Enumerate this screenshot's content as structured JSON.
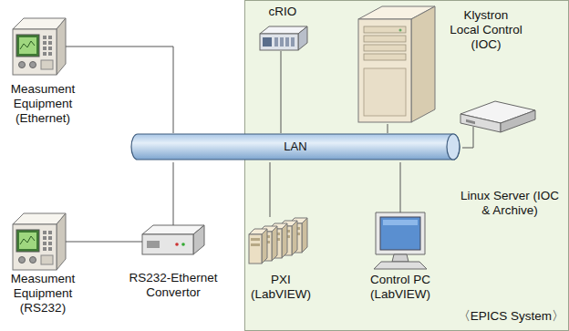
{
  "diagram": {
    "nodes": [
      {
        "text": [
          "Measument Equipment (Ethernet)"
        ]
      },
      {
        "text": [
          "〈EPICS System〉"
        ]
      },
      {
        "text": [
          "cRIO"
        ],
        "in": 1
      },
      {
        "text": [
          "Klystron Local Control (IOC)"
        ],
        "in": 1
      },
      {
        "text": [
          "LAN"
        ]
      },
      {
        "text": [
          "Linux Server (IOC & Archive)"
        ],
        "in": 1
      },
      {
        "text": [
          "Measument Equipment (RS232)"
        ]
      },
      {
        "text": [
          "RS232-Ethernet Convertor"
        ]
      },
      {
        "text": [
          "PXI (LabVIEW)"
        ],
        "in": 1
      },
      {
        "text": [
          "Control PC (LabVIEW)"
        ],
        "in": 1
      }
    ],
    "edges": [
      {
        "from": 0,
        "to": 4,
        "arrow": "none"
      },
      {
        "from": 2,
        "to": 4,
        "arrow": "none"
      },
      {
        "from": 3,
        "to": 4,
        "arrow": "none"
      },
      {
        "from": 5,
        "to": 4,
        "arrow": "none"
      },
      {
        "from": 6,
        "to": 7,
        "arrow": "none"
      },
      {
        "from": 7,
        "to": 4,
        "arrow": "none"
      },
      {
        "from": 8,
        "to": 4,
        "arrow": "none"
      },
      {
        "from": 9,
        "to": 4,
        "arrow": "none"
      }
    ]
  }
}
